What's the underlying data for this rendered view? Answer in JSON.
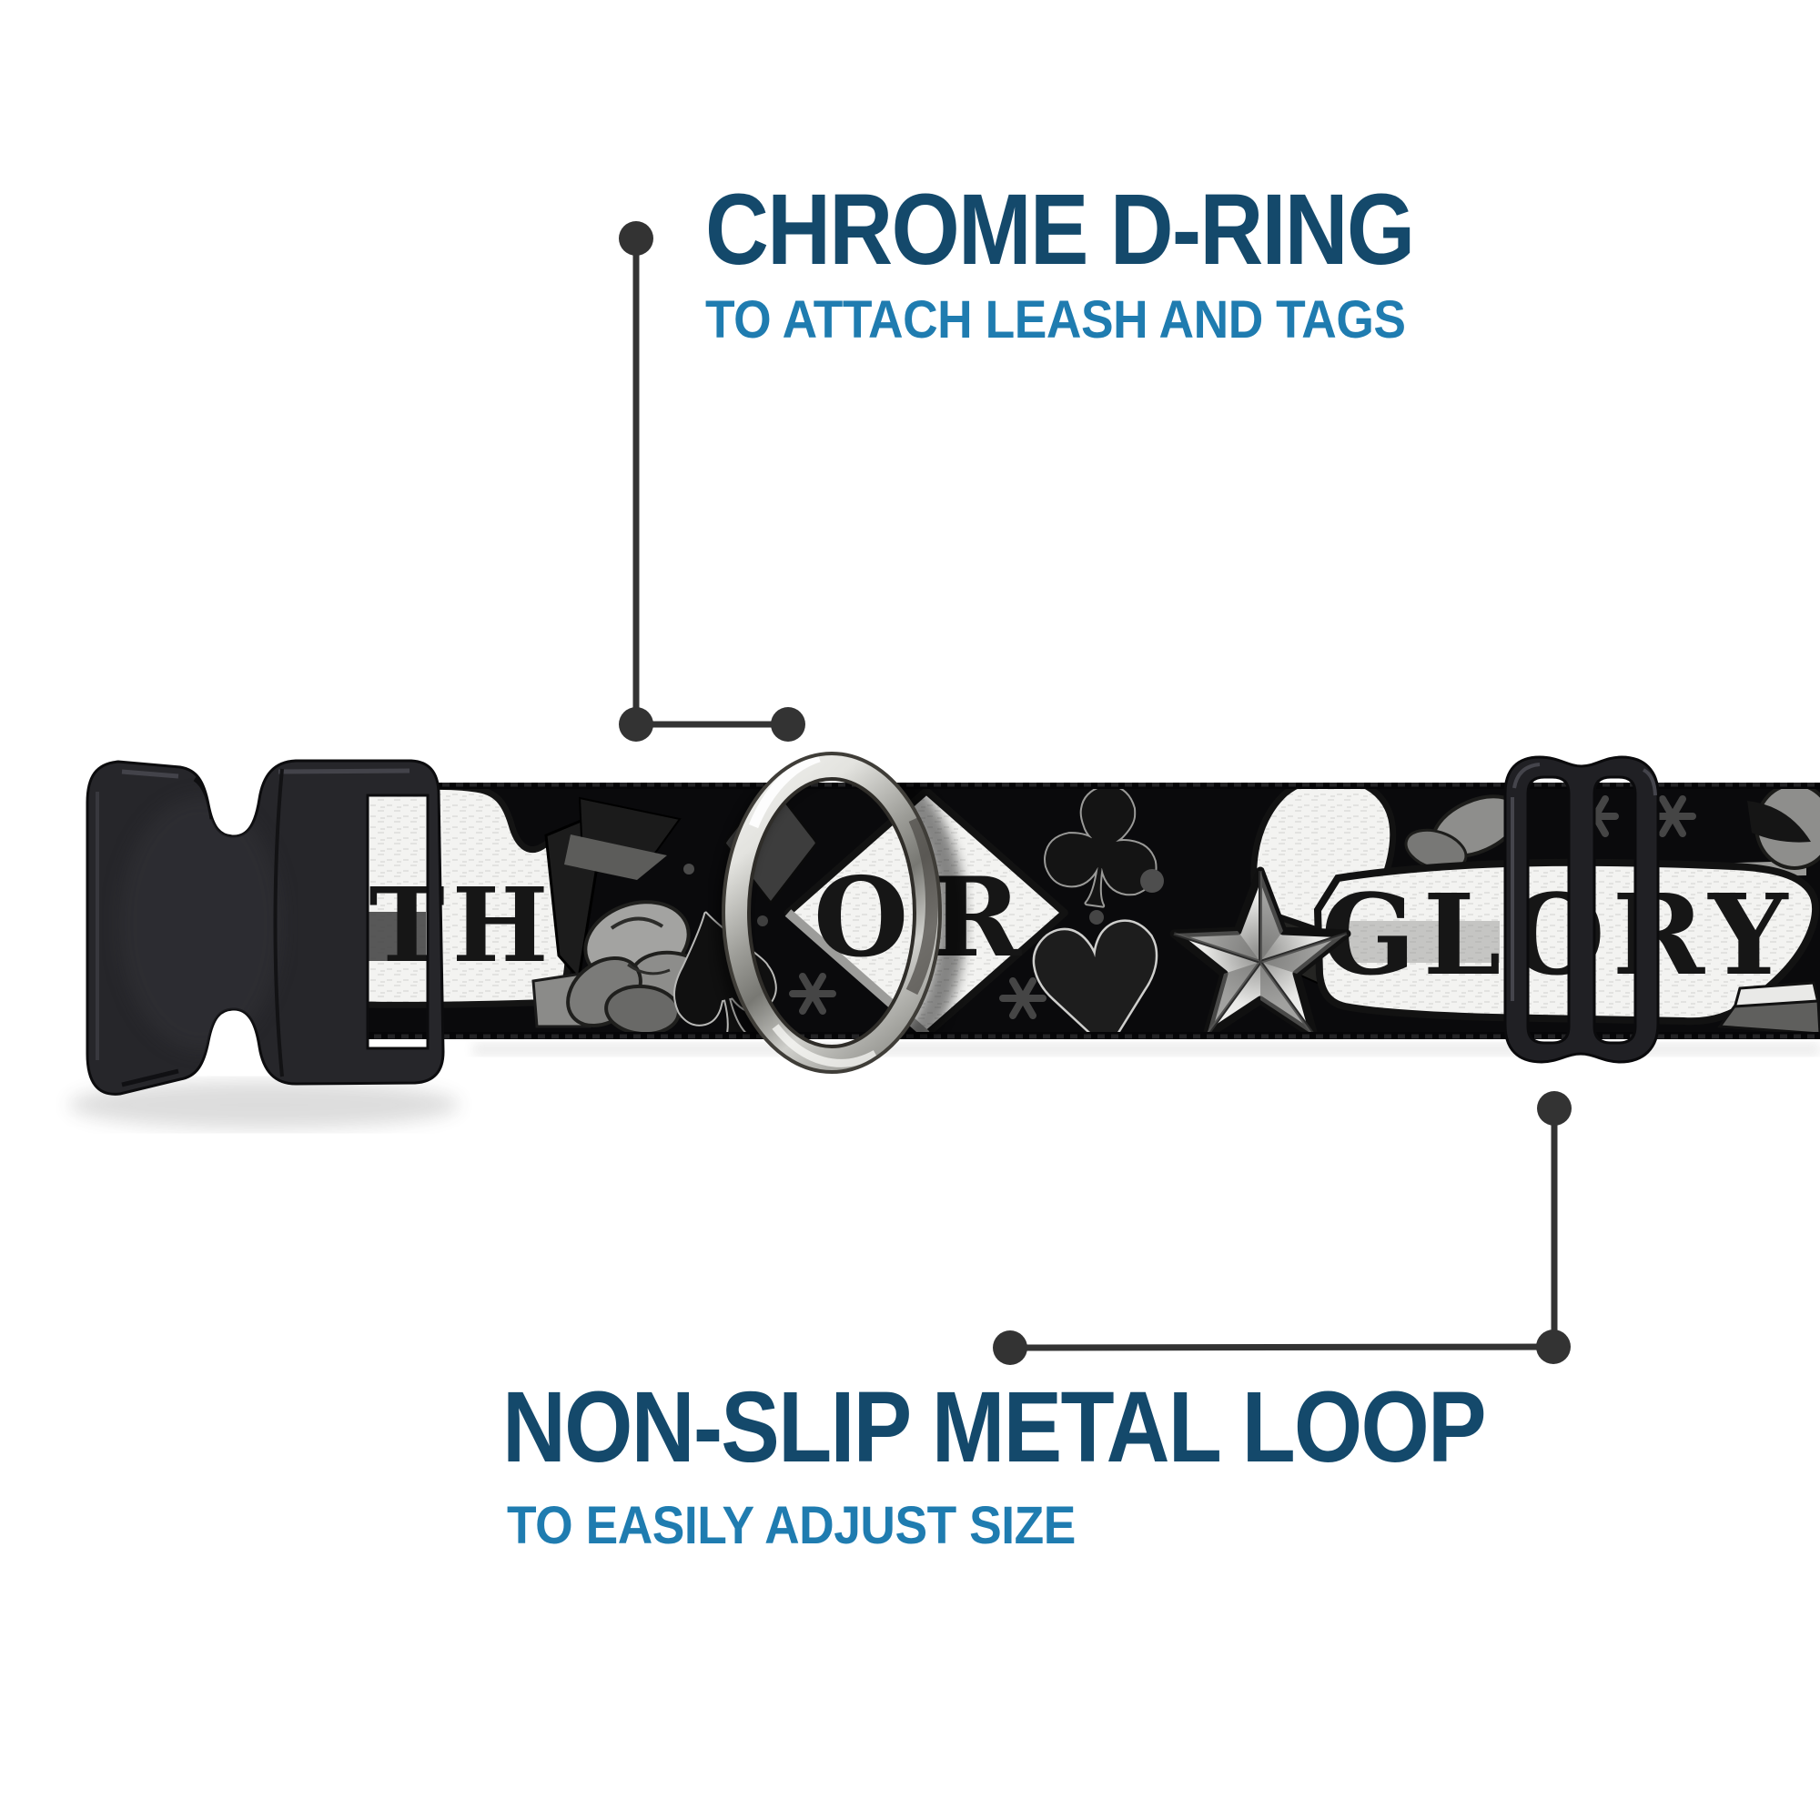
{
  "page": {
    "background": "#ffffff",
    "description": "Dog collar product feature callout image"
  },
  "colors": {
    "heading": "#14496b",
    "subheading": "#1f7cb0",
    "callout_line": "#333333",
    "buckle_black": "#26262a",
    "strap_black": "#0a0a0c",
    "pattern_white": "#f3f3f1",
    "chrome_light": "#fbfbf9",
    "chrome_dark": "#70706b"
  },
  "callout_top": {
    "heading": "CHROME D-RING",
    "subheading": "TO ATTACH LEASH AND TAGS"
  },
  "callout_bottom": {
    "heading": "NON-SLIP METAL LOOP",
    "subheading": "TO EASILY ADJUST SIZE"
  },
  "collar": {
    "words": {
      "left": "TH",
      "middle": "OR",
      "right": "GLORY"
    },
    "icons": {
      "spade": "♠",
      "club": "♣",
      "heart": "♥",
      "diamond_suit": "♦"
    }
  }
}
